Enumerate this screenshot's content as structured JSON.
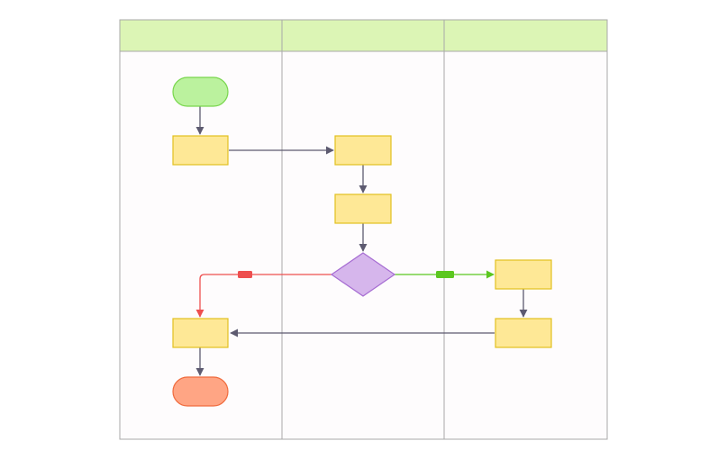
{
  "diagram": {
    "type": "swimlane-flowchart",
    "lanes": [
      {
        "id": "lane-1",
        "label": ""
      },
      {
        "id": "lane-2",
        "label": ""
      },
      {
        "id": "lane-3",
        "label": ""
      }
    ],
    "nodes": [
      {
        "id": "start",
        "shape": "terminal",
        "lane": "lane-1",
        "label": ""
      },
      {
        "id": "step-1",
        "shape": "process",
        "lane": "lane-1",
        "label": ""
      },
      {
        "id": "step-2",
        "shape": "process",
        "lane": "lane-2",
        "label": ""
      },
      {
        "id": "step-3",
        "shape": "process",
        "lane": "lane-2",
        "label": ""
      },
      {
        "id": "decision",
        "shape": "decision",
        "lane": "lane-2",
        "label": ""
      },
      {
        "id": "step-yes-1",
        "shape": "process",
        "lane": "lane-3",
        "label": ""
      },
      {
        "id": "step-yes-2",
        "shape": "process",
        "lane": "lane-3",
        "label": ""
      },
      {
        "id": "step-merge",
        "shape": "process",
        "lane": "lane-1",
        "label": ""
      },
      {
        "id": "end",
        "shape": "terminal",
        "lane": "lane-1",
        "label": ""
      }
    ],
    "edges": [
      {
        "from": "start",
        "to": "step-1",
        "kind": "normal"
      },
      {
        "from": "step-1",
        "to": "step-2",
        "kind": "normal"
      },
      {
        "from": "step-2",
        "to": "step-3",
        "kind": "normal"
      },
      {
        "from": "step-3",
        "to": "decision",
        "kind": "normal"
      },
      {
        "from": "decision",
        "to": "step-yes-1",
        "kind": "positive",
        "label": ""
      },
      {
        "from": "decision",
        "to": "step-merge",
        "kind": "negative",
        "label": ""
      },
      {
        "from": "step-yes-1",
        "to": "step-yes-2",
        "kind": "normal"
      },
      {
        "from": "step-yes-2",
        "to": "step-merge",
        "kind": "normal"
      },
      {
        "from": "step-merge",
        "to": "end",
        "kind": "normal"
      }
    ]
  },
  "colors": {
    "lane_header_fill": "#dcf5b5",
    "lane_body_fill": "#fefcfd",
    "lane_border": "#a9a9a9",
    "start_fill": "#bbf29e",
    "start_stroke": "#78d64c",
    "end_fill": "#ffa584",
    "end_stroke": "#f06a3c",
    "process_fill": "#fee896",
    "process_stroke": "#e2c11f",
    "decision_fill": "#d6b6ec",
    "decision_stroke": "#a66cd2",
    "edge_normal": "#5d5a70",
    "edge_positive": "#5cc720",
    "edge_negative": "#ee4f4f"
  }
}
